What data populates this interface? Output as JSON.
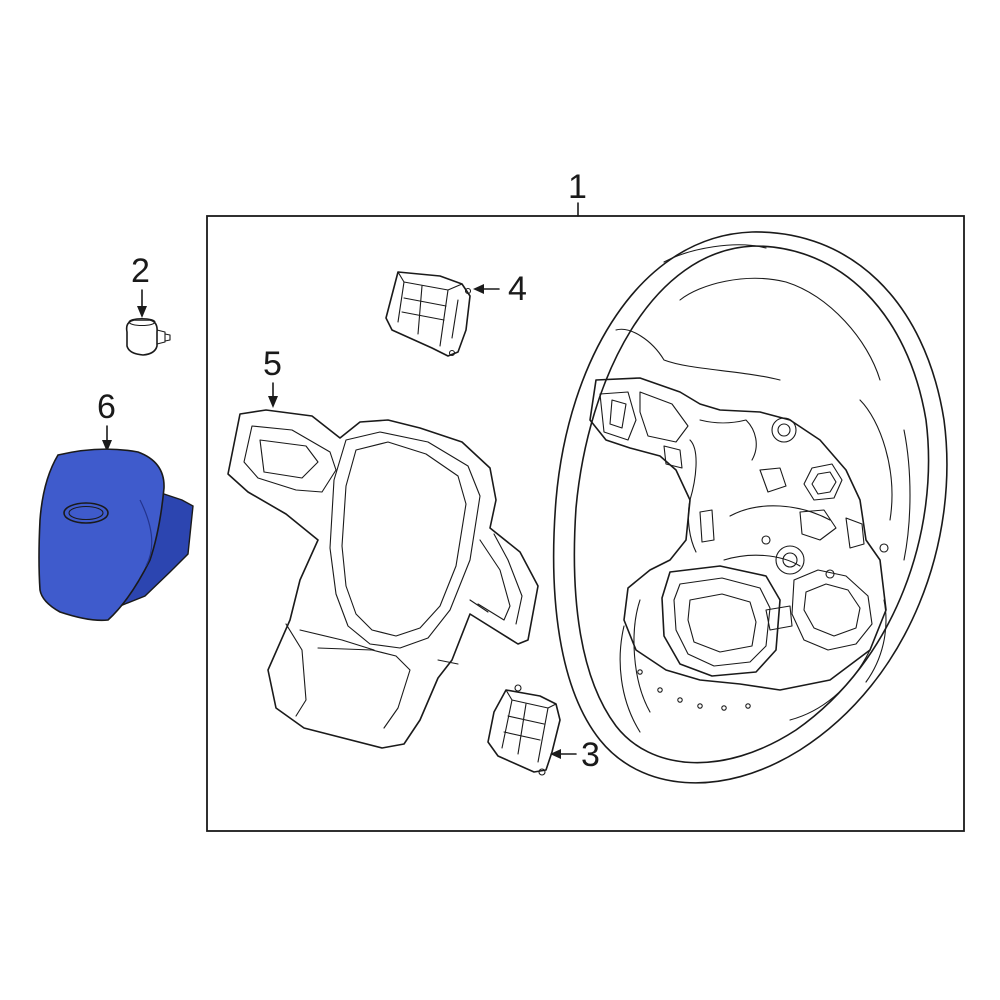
{
  "diagram": {
    "callouts": {
      "c1": "1",
      "c2": "2",
      "c3": "3",
      "c4": "4",
      "c5": "5",
      "c6": "6"
    },
    "parts": [
      {
        "callout": "1",
        "name": "steering-wheel-assembly"
      },
      {
        "callout": "2",
        "name": "bolt"
      },
      {
        "callout": "3",
        "name": "switch-right"
      },
      {
        "callout": "4",
        "name": "switch-left"
      },
      {
        "callout": "5",
        "name": "trim-bezel"
      },
      {
        "callout": "6",
        "name": "driver-air-bag"
      }
    ],
    "highlighted_part": "6",
    "colors": {
      "highlight": "#3f5bcc",
      "highlight_dark": "#1f2f8a",
      "line": "#1a1a1a",
      "background": "#ffffff"
    }
  }
}
